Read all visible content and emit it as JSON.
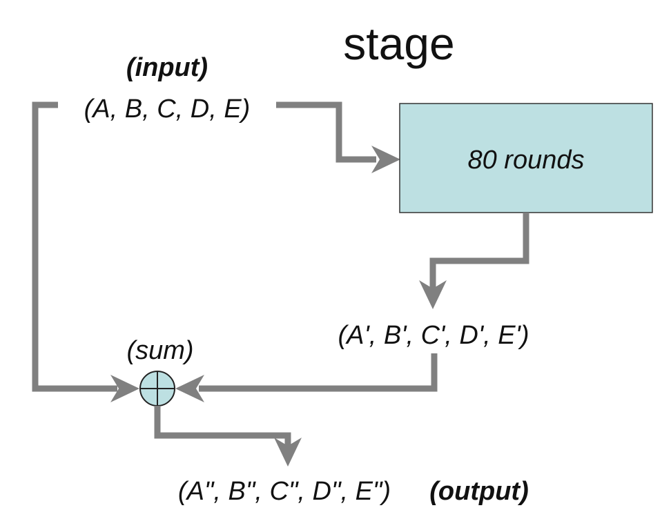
{
  "title": "stage",
  "input": {
    "label": "(input)",
    "tuple": "(A, B, C, D, E)"
  },
  "process": {
    "label": "80 rounds"
  },
  "intermediate": {
    "tuple": "(A', B', C', D', E')"
  },
  "sum": {
    "label": "(sum)"
  },
  "output": {
    "tuple": "(A\", B\", C\", D\", E\")",
    "label": "(output)"
  },
  "colors": {
    "wire": "#808080",
    "box_fill": "#bde0e2",
    "box_stroke": "#333333",
    "node_fill": "#bde0e2",
    "node_stroke": "#222222",
    "text": "#111111"
  }
}
